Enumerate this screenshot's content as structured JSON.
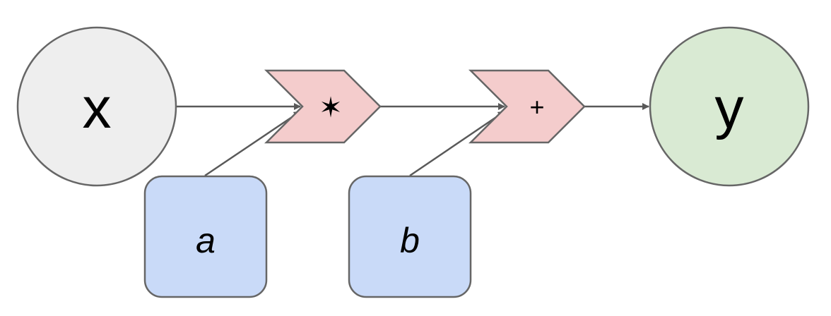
{
  "nodes": {
    "x": {
      "label": "x",
      "fill": "#eeeeee",
      "stroke": "#666666"
    },
    "a": {
      "label": "a",
      "fill": "#c9daf8",
      "stroke": "#666666"
    },
    "b": {
      "label": "b",
      "fill": "#c9daf8",
      "stroke": "#666666"
    },
    "multiply": {
      "label": "✶",
      "fill": "#f4cccc",
      "stroke": "#666666"
    },
    "add": {
      "label": "+",
      "fill": "#f4cccc",
      "stroke": "#666666"
    },
    "y": {
      "label": "y",
      "fill": "#d9ead3",
      "stroke": "#666666"
    }
  },
  "edges": [
    {
      "from": "x",
      "to": "multiply"
    },
    {
      "from": "a",
      "to": "multiply"
    },
    {
      "from": "multiply",
      "to": "add"
    },
    {
      "from": "b",
      "to": "add"
    },
    {
      "from": "add",
      "to": "y"
    }
  ],
  "colors": {
    "edge": "#595959"
  }
}
